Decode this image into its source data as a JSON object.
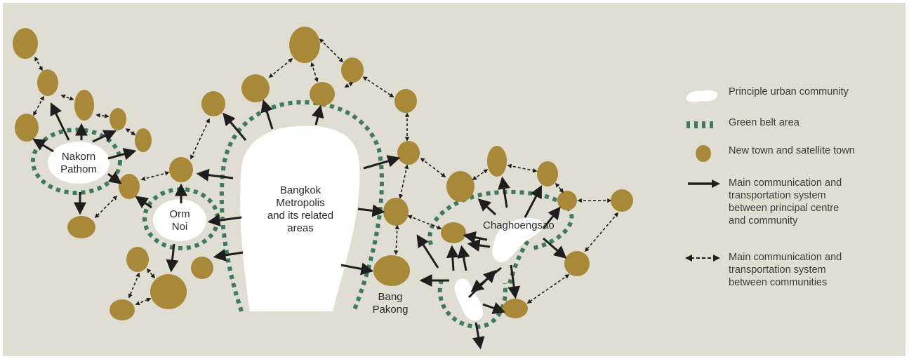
{
  "labels": {
    "nakorn_pathom": [
      "Nakorn",
      "Pathom"
    ],
    "orm_noi": [
      "Orm",
      "Noi"
    ],
    "bangkok": [
      "Bangkok",
      "Metropolis",
      "and its related",
      "areas"
    ],
    "bang_pakong": [
      "Bang",
      "Pakong"
    ],
    "chaghoengsao": "Chaghoengsao"
  },
  "legend": [
    {
      "key": "urban",
      "text": "Principle urban community"
    },
    {
      "key": "greenbelt",
      "text": "Green belt area"
    },
    {
      "key": "newtown",
      "text": "New town and satellite town"
    },
    {
      "key": "main-arrow",
      "text": "Main communication and\ntransportation system\nbetween principal centre\nand community"
    },
    {
      "key": "double-arrow",
      "text": "Main communication and\ntransportation system\nbetween communities"
    }
  ],
  "colors": {
    "background": "#e0ddd2",
    "town": "#a8893a",
    "greenbelt": "#3f7a5a",
    "urban": "#ffffff",
    "arrow": "#1e1e1e"
  }
}
